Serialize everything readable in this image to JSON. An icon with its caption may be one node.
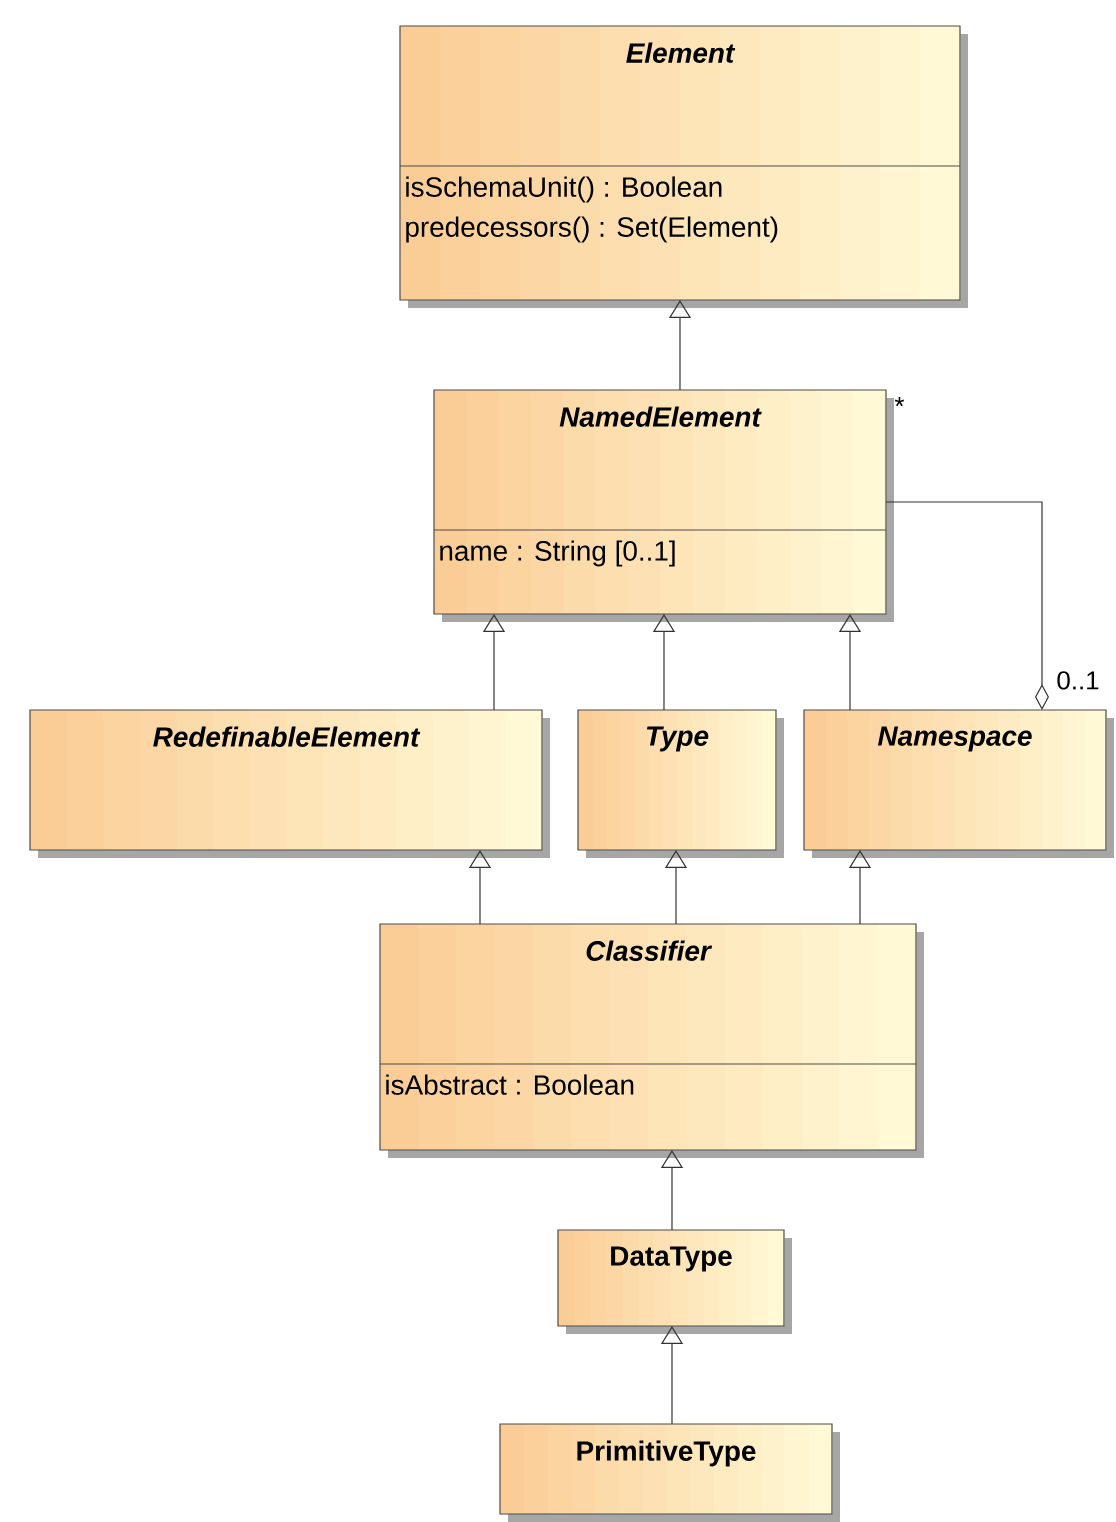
{
  "diagram": {
    "nodes": [
      {
        "text": [
          "Element",
          "isSchemaUnit() : Boolean",
          "predecessors() : Set(Element)"
        ]
      },
      {
        "text": [
          "NamedElement",
          "name : String [0..1]"
        ]
      },
      {
        "text": [
          "RedefinableElement"
        ]
      },
      {
        "text": [
          "Type"
        ]
      },
      {
        "text": [
          "Namespace"
        ]
      },
      {
        "text": [
          "Classifier",
          "isAbstract : Boolean"
        ]
      },
      {
        "text": [
          "DataType"
        ]
      },
      {
        "text": [
          "PrimitiveType"
        ]
      }
    ],
    "edges": [
      {
        "from": 1,
        "to": 0,
        "arrow": "to"
      },
      {
        "from": 2,
        "to": 1,
        "arrow": "to"
      },
      {
        "from": 3,
        "to": 1,
        "arrow": "to"
      },
      {
        "from": 4,
        "to": 1,
        "arrow": "to"
      },
      {
        "from": 5,
        "to": 2,
        "arrow": "to"
      },
      {
        "from": 5,
        "to": 3,
        "arrow": "to"
      },
      {
        "from": 5,
        "to": 4,
        "arrow": "to"
      },
      {
        "from": 6,
        "to": 5,
        "arrow": "to"
      },
      {
        "from": 7,
        "to": 6,
        "arrow": "to"
      },
      {
        "from": 1,
        "to": 4,
        "arrow": "other"
      }
    ],
    "labels": [
      "*",
      "0..1"
    ]
  }
}
